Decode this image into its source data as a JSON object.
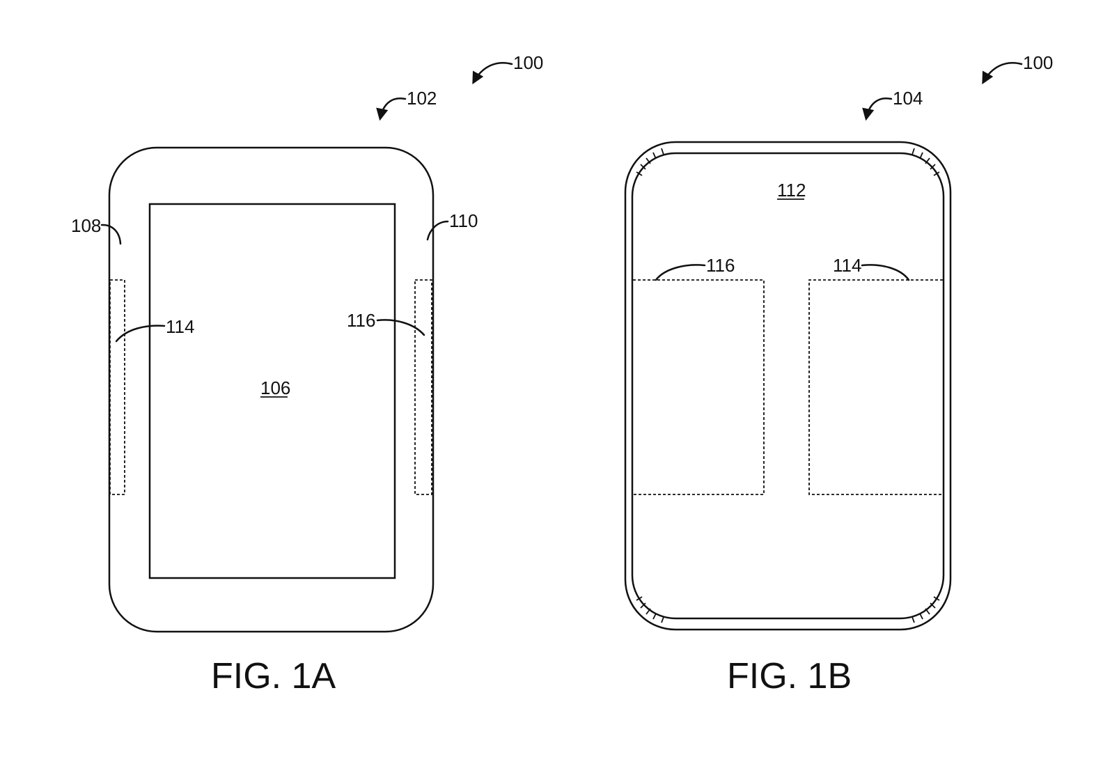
{
  "figures": {
    "a": {
      "caption": "FIG. 1A",
      "refs": {
        "device": "100",
        "front": "102",
        "display": "106",
        "left_edge": "108",
        "right_edge": "110",
        "left_sensor": "114",
        "right_sensor": "116"
      }
    },
    "b": {
      "caption": "FIG. 1B",
      "refs": {
        "device": "100",
        "back": "104",
        "back_surface": "112",
        "left_sensor": "116",
        "right_sensor": "114"
      }
    }
  }
}
